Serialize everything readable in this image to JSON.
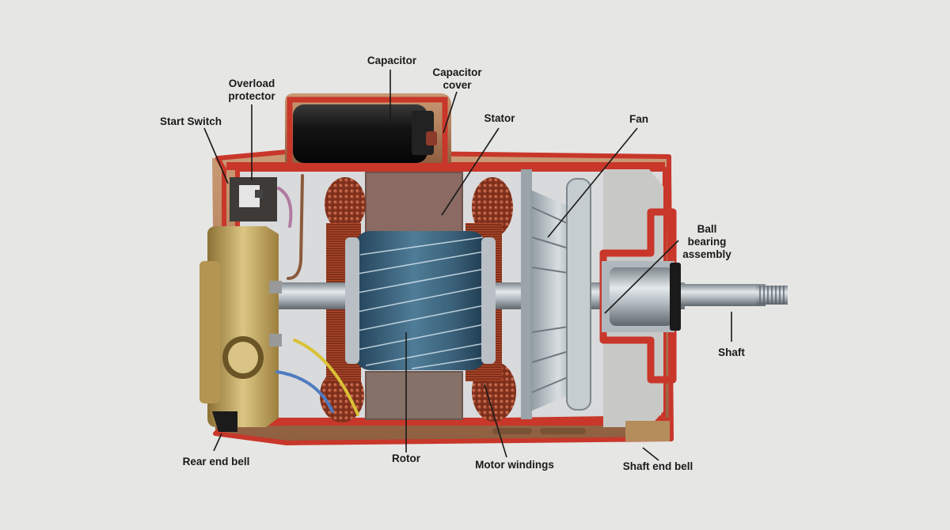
{
  "labels": {
    "capacitor": "Capacitor",
    "capacitor_cover_1": "Capacitor",
    "capacitor_cover_2": "cover",
    "overload_1": "Overload",
    "overload_2": "protector",
    "start_switch": "Start Switch",
    "stator": "Stator",
    "fan": "Fan",
    "ball_1": "Ball",
    "ball_2": "bearing",
    "ball_3": "assembly",
    "shaft": "Shaft",
    "rear_end_bell": "Rear end bell",
    "rotor": "Rotor",
    "motor_windings": "Motor windings",
    "shaft_end_bell": "Shaft end bell"
  },
  "colors": {
    "background": "#e6e6e4",
    "housing_red": "#c8372a",
    "housing_copper": "#b98662",
    "end_bell_brass": "#c2a55c",
    "stator_core": "#8a6a62",
    "windings": "#8b3a24",
    "rotor_blue": "#3d6680",
    "shaft_steel": "#aab3ba",
    "leader_line": "#1a1a1a"
  }
}
